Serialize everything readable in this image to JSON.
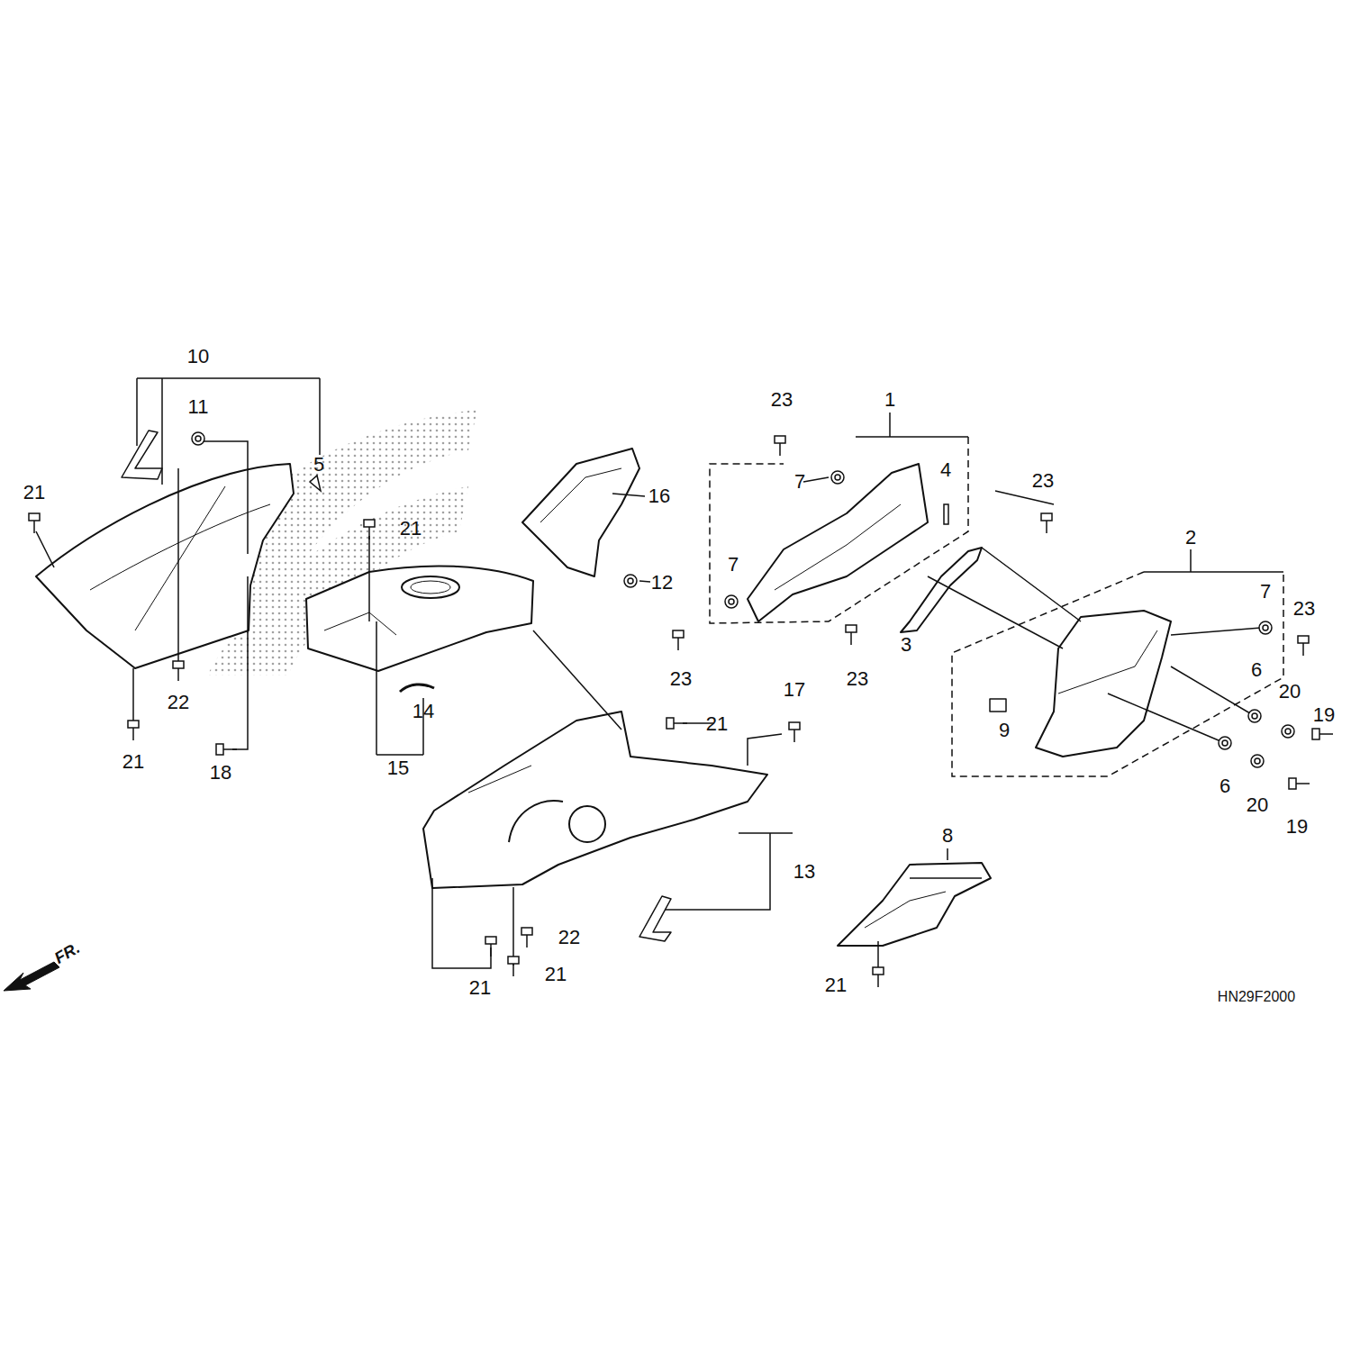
{
  "diagram": {
    "labels": [
      "10",
      "11",
      "5",
      "21",
      "16",
      "21",
      "12",
      "22",
      "14",
      "21",
      "18",
      "15",
      "23",
      "1",
      "4",
      "7",
      "7",
      "23",
      "2",
      "7",
      "23",
      "3",
      "23",
      "23",
      "6",
      "20",
      "19",
      "9",
      "6",
      "20",
      "19",
      "17",
      "21",
      "13",
      "8",
      "22",
      "21",
      "21",
      "21",
      "FR.",
      "HN29F2000"
    ]
  }
}
